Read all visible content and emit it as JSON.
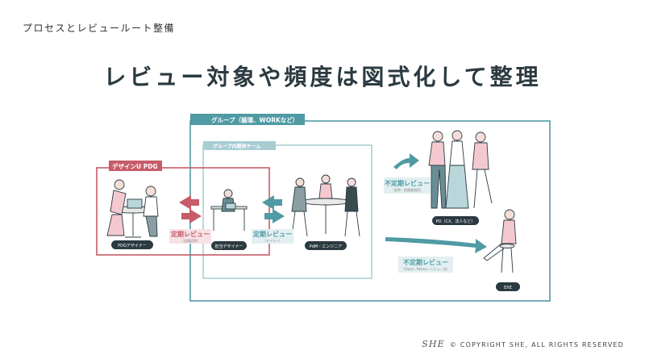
{
  "breadcrumb": "プロセスとレビュールート整備",
  "title": "レビュー対象や頻度は図式化して整理",
  "groups": {
    "outer": "グループ（循環、WORKなど）",
    "inner": "グループ内開発チーム",
    "pdg": "デザインU PDG"
  },
  "roles": {
    "pdg_designer": "PDGデザイナー",
    "team_designer": "担当デザイナー",
    "pdm_engineer": "PdM・エンジニア",
    "po": "PO（CX、法人など）",
    "exe": "EXE"
  },
  "reviews": [
    {
      "title": "定期レビュー",
      "sub": "（会議定例）"
    },
    {
      "title": "定期レビュー",
      "sub": "（デイリー）"
    },
    {
      "title": "不定期レビュー",
      "sub": "（定例・依頼者個別）"
    },
    {
      "title": "不定期レビュー",
      "sub": "（Slack・Notion・レビュー会）"
    }
  ],
  "footer": {
    "logo": "SHE",
    "text": "© COPYRIGHT SHE, ALL RIGHTS RESERVED"
  },
  "colors": {
    "teal": "#4f9aa3",
    "pink": "#c65c68",
    "teal_light": "#e3eff1",
    "pink_light": "#f7e1e4",
    "dark": "#2b3a40"
  }
}
